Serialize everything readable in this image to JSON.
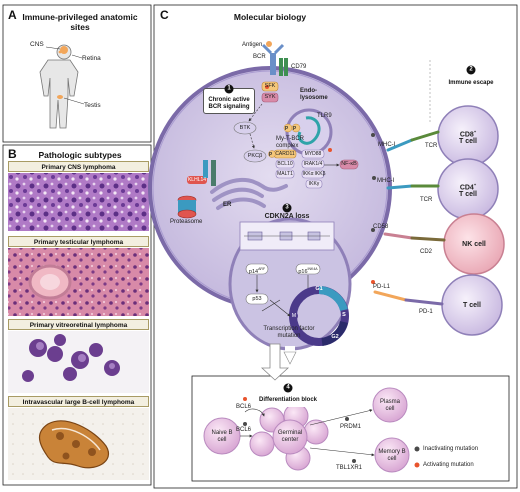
{
  "panels": {
    "a": {
      "letter": "A",
      "title": "Immune-privileged anatomic sites",
      "sites": [
        "CNS",
        "Retina",
        "Testis"
      ]
    },
    "b": {
      "letter": "B",
      "title": "Pathologic subtypes",
      "subtypes": [
        "Primary CNS lymphoma",
        "Primary testicular lymphoma",
        "Primary vitreoretinal lymphoma",
        "Intravascular large B-cell lymphoma"
      ]
    },
    "c": {
      "letter": "C",
      "title": "Molecular biology"
    }
  },
  "mechanisms": {
    "m1": {
      "num": "1",
      "title": "Chronic active BCR signaling"
    },
    "m2": {
      "num": "2",
      "title": "Immune escape"
    },
    "m3": {
      "num": "3",
      "title": "CDKN2A loss"
    },
    "m4": {
      "num": "4",
      "title": "Differentiation block"
    }
  },
  "labels": {
    "antigen": "Antigen",
    "bcr": "BCR",
    "cd79": "CD79",
    "sfk": "SFK",
    "syk": "SYK",
    "endolysosome": "Endo-lysosome",
    "tlr9": "TLR9",
    "btk": "BTK",
    "mytbcr": "My-T-BCR complex",
    "pkcb": "PKCβ",
    "card11": "CARD11",
    "myd88": "MYD88",
    "bcl10": "BCL10",
    "irak": "IRAK1/4",
    "malt1": "MALT1",
    "ikka": "IKKα",
    "ikkb": "IKKβ",
    "ikkg": "IKKγ",
    "nfkb": "NF-κB",
    "klhl14": "KLHL14",
    "er": "ER",
    "proteasome": "Proteasome",
    "p14": "p14",
    "p14sup": "ARF",
    "p16": "p16",
    "p16sup": "INK4A",
    "p53": "p53",
    "mdm2": "M",
    "g1": "G1",
    "s": "S",
    "g2": "G2",
    "tf": "Transcription factor mutation",
    "mhc1a": "MHC-I",
    "mhc1b": "MHC-I",
    "tcr1": "TCR",
    "tcr2": "TCR",
    "cd58": "CD58",
    "cd2": "CD2",
    "pdl1": "PD-L1",
    "pd1": "PD-1",
    "cd8_main": "CD8",
    "cd8_sup": "+",
    "cd4_main": "CD4",
    "cd4_sup": "+",
    "nk": "NK cell",
    "tcell": "T cell",
    "tcell_label": "T cell",
    "naive": "Naive B cell",
    "germinal": "Germinal center",
    "plasma": "Plasma cell",
    "memory": "Memory B cell",
    "bcl6a": "BCL6",
    "bcl6b": "BCL6",
    "prdm1": "PRDM1",
    "tbl1xr1": "TBL1XR1"
  },
  "legend": [
    {
      "label": "Inactivating mutation",
      "color": "#4a4a4a"
    },
    {
      "label": "Activating mutation",
      "color": "#e8542d"
    }
  ],
  "colors": {
    "cell": "#d4cbe8",
    "cellBorder": "#7b6aa8",
    "nucleus": "#cbc3e3",
    "accent": "#e8542d",
    "dark": "#4a4a4a"
  }
}
